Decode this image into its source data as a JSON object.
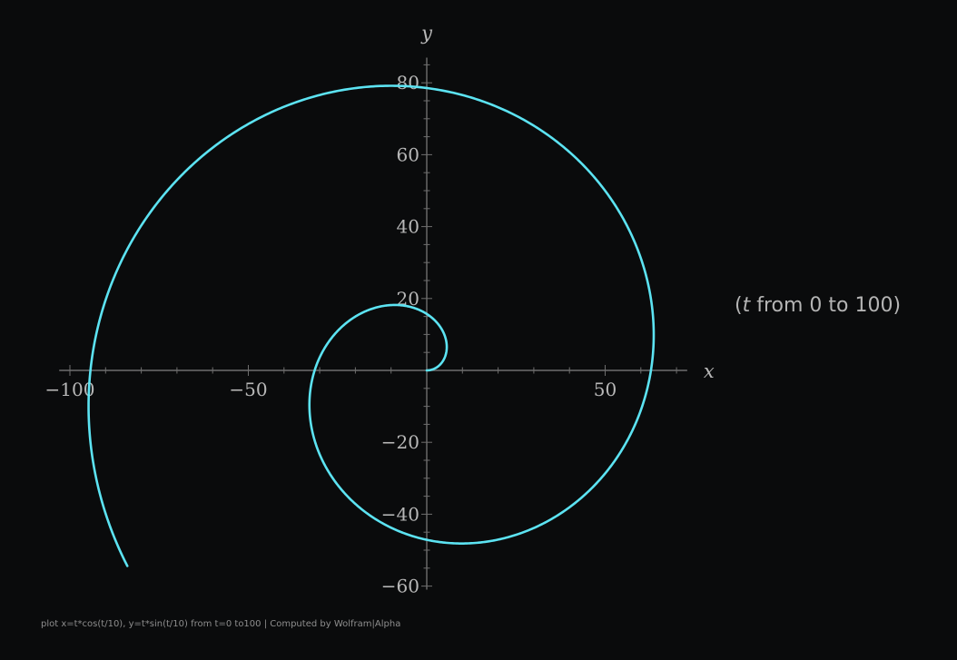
{
  "chart_data": {
    "type": "line",
    "subtype": "parametric",
    "xlabel": "x",
    "ylabel": "y",
    "x_equation": "t*cos(t/10)",
    "y_equation": "t*sin(t/10)",
    "t_range": [
      0,
      100
    ],
    "xlim": [
      -103,
      73
    ],
    "ylim": [
      -61,
      87
    ],
    "x_ticks": [
      -100,
      -50,
      50
    ],
    "x_tick_labels": [
      "−100",
      "−50",
      "50"
    ],
    "y_ticks": [
      -60,
      -40,
      -20,
      20,
      40,
      60,
      80
    ],
    "y_tick_labels": [
      "−60",
      "−40",
      "−20",
      "20",
      "40",
      "60",
      "80"
    ],
    "grid": false,
    "legend": "none",
    "series_color": "#5ce3f2",
    "axis_color": "#6e6e6e",
    "background_color": "#0a0b0c",
    "param_note": {
      "open": "(",
      "var": "t",
      "text": " from 0 to 100)"
    }
  },
  "footer": "plot x=t*cos(t/10), y=t*sin(t/10) from t=0 to100 | Computed by Wolfram|Alpha"
}
